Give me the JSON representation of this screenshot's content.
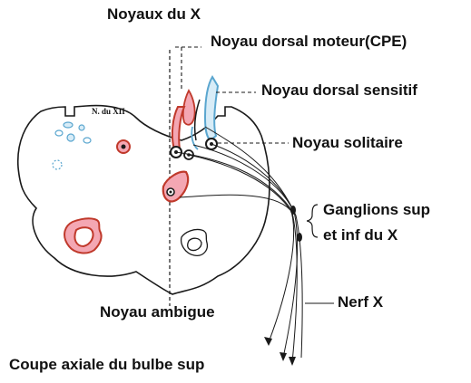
{
  "title": "Noyaux du X",
  "labels": {
    "cpe": "Noyau dorsal moteur(CPE)",
    "sensitif": "Noyau dorsal sensitif",
    "solitaire": "Noyau solitaire",
    "ganglions_line1": "Ganglions sup",
    "ganglions_line2": "et inf du X",
    "nerf": "Nerf X",
    "ambigue": "Noyau ambigue",
    "xii": "N. du XII",
    "caption": "Coupe axiale du bulbe sup"
  },
  "colors": {
    "outline": "#1a1a1a",
    "red_nucleus": "#c0392b",
    "pink_fill": "#f4a7b3",
    "blue_nucleus": "#5aa6cf",
    "light_blue_fill": "#d8ecf7"
  }
}
